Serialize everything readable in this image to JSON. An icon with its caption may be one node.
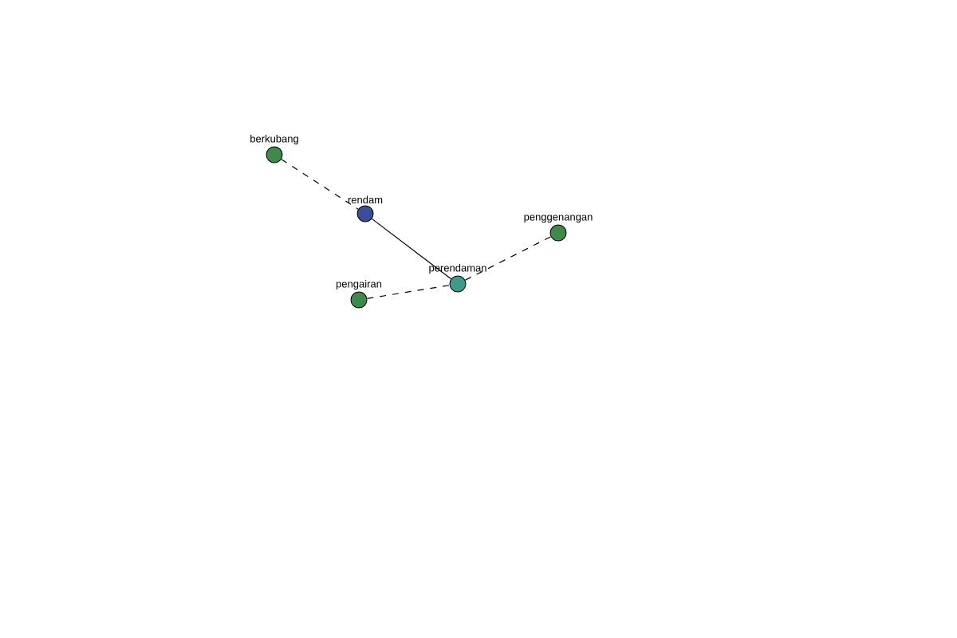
{
  "diagram": {
    "nodes": [
      {
        "text": [
          "berkubang"
        ]
      },
      {
        "text": [
          "rendam"
        ]
      },
      {
        "text": [
          "penggenangan"
        ]
      },
      {
        "text": [
          "perendaman"
        ]
      },
      {
        "text": [
          "pengairan"
        ]
      }
    ],
    "edges": [
      {
        "from": 0,
        "to": 1,
        "arrow": "none",
        "style": "dashed"
      },
      {
        "from": 1,
        "to": 3,
        "arrow": "none"
      },
      {
        "from": 3,
        "to": 2,
        "arrow": "none",
        "style": "dashed"
      },
      {
        "from": 4,
        "to": 3,
        "arrow": "none",
        "style": "dashed"
      }
    ]
  }
}
